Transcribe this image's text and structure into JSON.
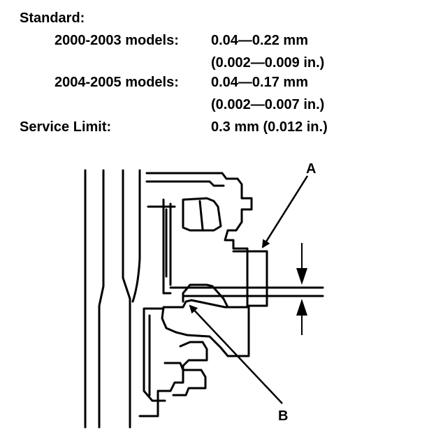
{
  "spec": {
    "standard_label": "Standard:",
    "rows": [
      {
        "model": "2000-2003 models:",
        "metric": "0.04—0.22 mm",
        "imperial": "(0.002—0.009 in.)"
      },
      {
        "model": "2004-2005 models:",
        "metric": "0.04—0.17 mm",
        "imperial": "(0.002—0.007 in.)"
      }
    ],
    "service_limit_label": "Service Limit:",
    "service_limit_value": "0.3 mm (0.012 in.)"
  },
  "diagram": {
    "callouts": {
      "a": "A",
      "b": "B"
    }
  }
}
